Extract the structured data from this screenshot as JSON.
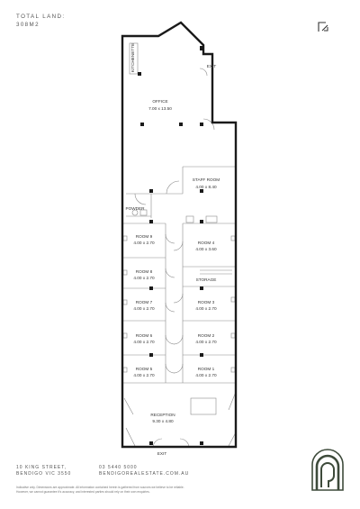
{
  "header": {
    "total_land_label": "TOTAL LAND:",
    "total_land_value": "308M2"
  },
  "rooms": [
    {
      "key": "kitchenette",
      "name": "KITCHENETTE",
      "dims": ""
    },
    {
      "key": "office",
      "name": "OFFICE",
      "dims": "7.00 x 13.50"
    },
    {
      "key": "staff",
      "name": "STAFF ROOM",
      "dims": "4.00 x 8.40"
    },
    {
      "key": "powder",
      "name": "POWDER",
      "dims": ""
    },
    {
      "key": "room9",
      "name": "ROOM 9",
      "dims": "4.00 x 2.70"
    },
    {
      "key": "room4",
      "name": "ROOM 4",
      "dims": "4.00 x 3.60"
    },
    {
      "key": "room8",
      "name": "ROOM 8",
      "dims": "4.00 x 2.70"
    },
    {
      "key": "storage",
      "name": "STORAGE",
      "dims": ""
    },
    {
      "key": "room7",
      "name": "ROOM 7",
      "dims": "4.00 x 2.70"
    },
    {
      "key": "room3",
      "name": "ROOM 3",
      "dims": "4.00 x 2.70"
    },
    {
      "key": "room6",
      "name": "ROOM 6",
      "dims": "4.00 x 2.70"
    },
    {
      "key": "room2",
      "name": "ROOM 2",
      "dims": "4.00 x 2.70"
    },
    {
      "key": "room5",
      "name": "ROOM 5",
      "dims": "4.00 x 2.70"
    },
    {
      "key": "room1",
      "name": "ROOM 1",
      "dims": "4.00 x 2.70"
    },
    {
      "key": "reception",
      "name": "RECEPTION",
      "dims": "9.30 x 4.80"
    }
  ],
  "exits": {
    "top": "EXIT",
    "bottom": "EXIT"
  },
  "footer": {
    "address_line1": "10 KING STREET,",
    "address_line2": "BENDIGO VIC 3550",
    "phone": "03 5440 5000",
    "website": "BENDIGOREALESTATE.COM.AU",
    "disclaimer_line1": "Indicative only. Dimensions are approximate. All information contained herein is gathered from sources we believe to be reliable.",
    "disclaimer_line2": "However, we cannot guarantee it's accuracy, and interested parties should rely on their own enquiries."
  },
  "icons": {
    "north": "north-arrow-icon",
    "logo": "brand-arch-logo-icon"
  },
  "colors": {
    "wall": "#1a1a1a",
    "line": "#8a8a8a",
    "accent": "#3d4a3a"
  }
}
